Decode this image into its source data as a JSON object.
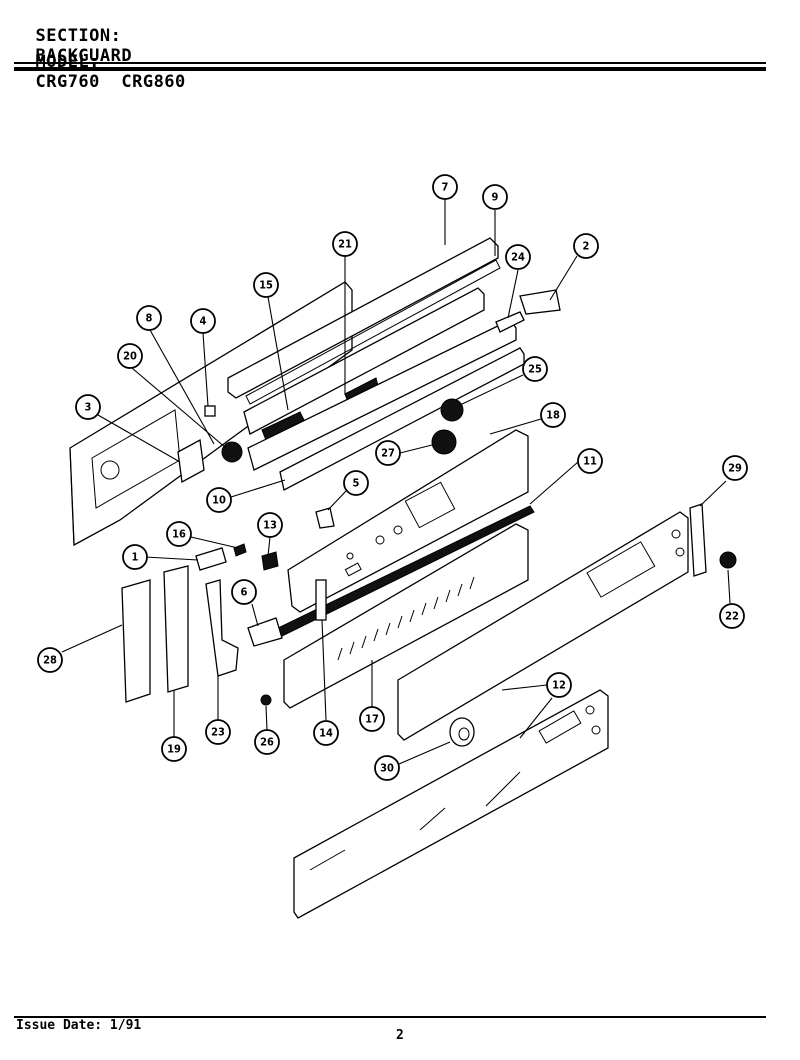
{
  "header": {
    "section_label": "SECTION:",
    "section_value": "BACKGUARD",
    "model_label": "MODEL:",
    "model_value": "CRG760  CRG860"
  },
  "footer": {
    "issue_date": "Issue Date: 1/91",
    "page_number": "2"
  },
  "callouts": [
    "1",
    "2",
    "3",
    "4",
    "5",
    "6",
    "7",
    "8",
    "9",
    "10",
    "11",
    "12",
    "13",
    "14",
    "15",
    "16",
    "17",
    "18",
    "19",
    "20",
    "21",
    "22",
    "23",
    "24",
    "25",
    "26",
    "27",
    "28",
    "29",
    "30"
  ]
}
